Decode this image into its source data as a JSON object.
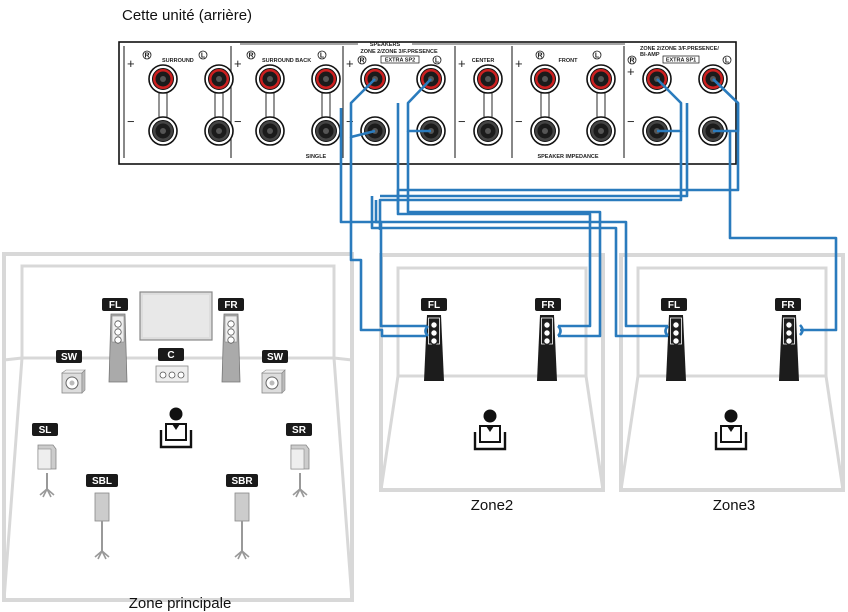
{
  "title": "Cette unité (arrière)",
  "panel": {
    "speakers": "SPEAKERS",
    "surround": "SURROUND",
    "surround_back": "SURROUND BACK",
    "zone2_presence": "ZONE 2/ZONE 3/F.PRESENCE",
    "extra_sp2": "EXTRA SP2",
    "center": "CENTER",
    "front": "FRONT",
    "zone_biamp_1": "ZONE 2/ZONE 3/F.PRESENCE/",
    "zone_biamp_2": "BI-AMP",
    "extra_sp1": "EXTRA SP1",
    "single": "SINGLE",
    "impedance": "SPEAKER IMPEDANCE",
    "right_mark": "R",
    "left_mark": "L",
    "plus": "+",
    "minus": "−"
  },
  "rooms": {
    "main": "Zone principale",
    "zone2": "Zone2",
    "zone3": "Zone3"
  },
  "speakers": {
    "fl": "FL",
    "fr": "FR",
    "c": "C",
    "sw": "SW",
    "sl": "SL",
    "sr": "SR",
    "sbl": "SBL",
    "sbr": "SBR"
  },
  "colors": {
    "cable": "#2a7bbd",
    "badge": "#1a1a1a",
    "terminal_ring": "#cc2020",
    "room": "#dcdcdc"
  }
}
